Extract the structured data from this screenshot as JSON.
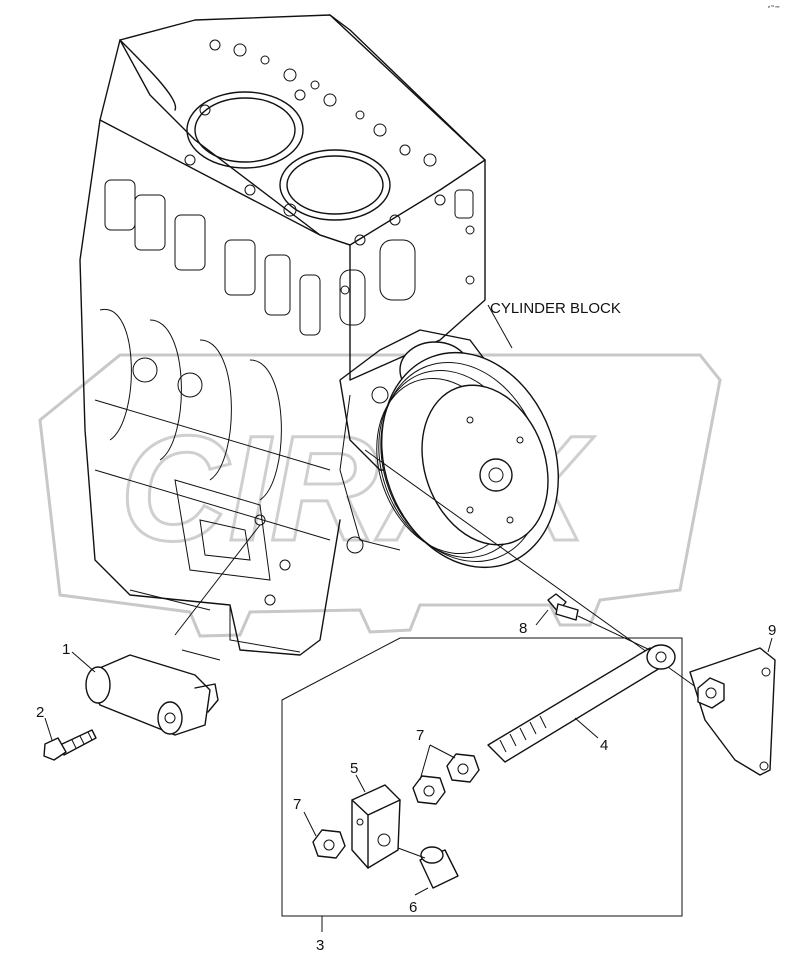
{
  "corner_mark": "é™ ▪▪▪",
  "watermark": "CIRAX",
  "labels": {
    "cylinder_block": "CYLINDER BLOCK",
    "p1": "1",
    "p2": "2",
    "p3": "3",
    "p4": "4",
    "p5": "5",
    "p6": "6",
    "p7a": "7",
    "p7b": "7",
    "p8": "8",
    "p9": "9"
  }
}
